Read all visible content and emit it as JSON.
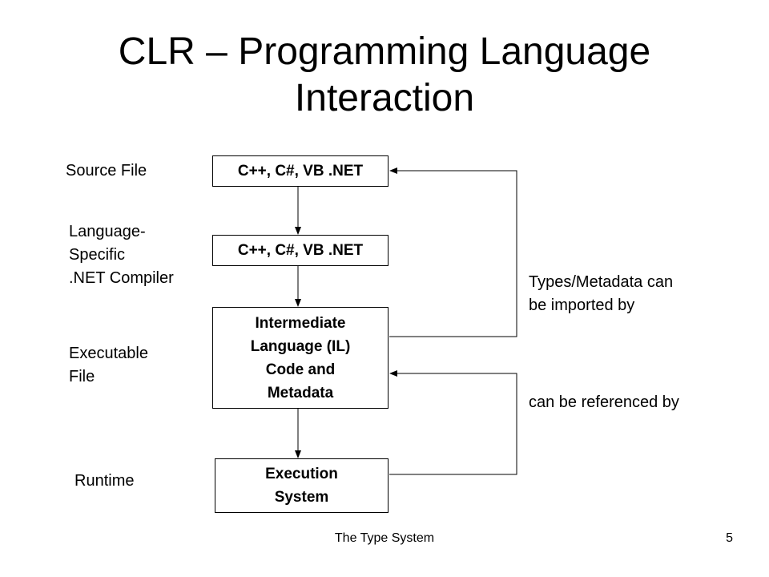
{
  "title": {
    "line1": "CLR – Programming Language",
    "line2": "Interaction"
  },
  "stage_labels": {
    "source_file": "Source File",
    "compiler_line1": "Language-",
    "compiler_line2": "Specific",
    "compiler_line3": ".NET Compiler",
    "executable_line1": "Executable",
    "executable_line2": "File",
    "runtime": "Runtime"
  },
  "boxes": {
    "source_languages": "C++, C#, VB .NET",
    "compiler_languages": "C++, C#, VB .NET",
    "il_line1": "Intermediate",
    "il_line2": "Language (IL)",
    "il_line3": "Code and",
    "il_line4": "Metadata",
    "exec_line1": "Execution",
    "exec_line2": "System"
  },
  "annotations": {
    "imported_line1": "Types/Metadata can",
    "imported_line2": "be imported by",
    "referenced": "can be referenced by"
  },
  "footer": {
    "text": "The Type System",
    "page_number": "5"
  }
}
